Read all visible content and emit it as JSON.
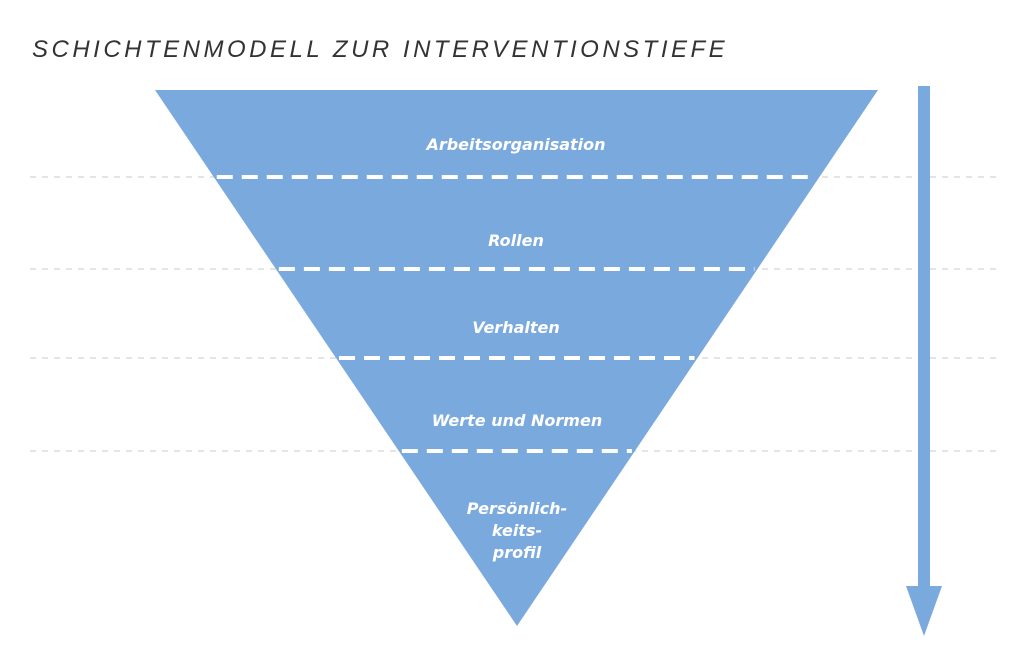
{
  "title": "SCHICHTENMODELL ZUR INTERVENTIONSTIEFE",
  "colors": {
    "triangle_fill": "#7aa9de",
    "arrow": "#7aa9de",
    "divider": "#ffffff",
    "guide_line": "#e4e4e4",
    "label": "#ffffff",
    "title": "#333333"
  },
  "layers": [
    {
      "label_lines": [
        "Arbeitsorganisation"
      ]
    },
    {
      "label_lines": [
        "Rollen"
      ]
    },
    {
      "label_lines": [
        "Verhalten"
      ]
    },
    {
      "label_lines": [
        "Werte und Normen"
      ]
    },
    {
      "label_lines": [
        "Persönlich-",
        "keits-",
        "profil"
      ]
    }
  ],
  "arrow_direction": "down"
}
